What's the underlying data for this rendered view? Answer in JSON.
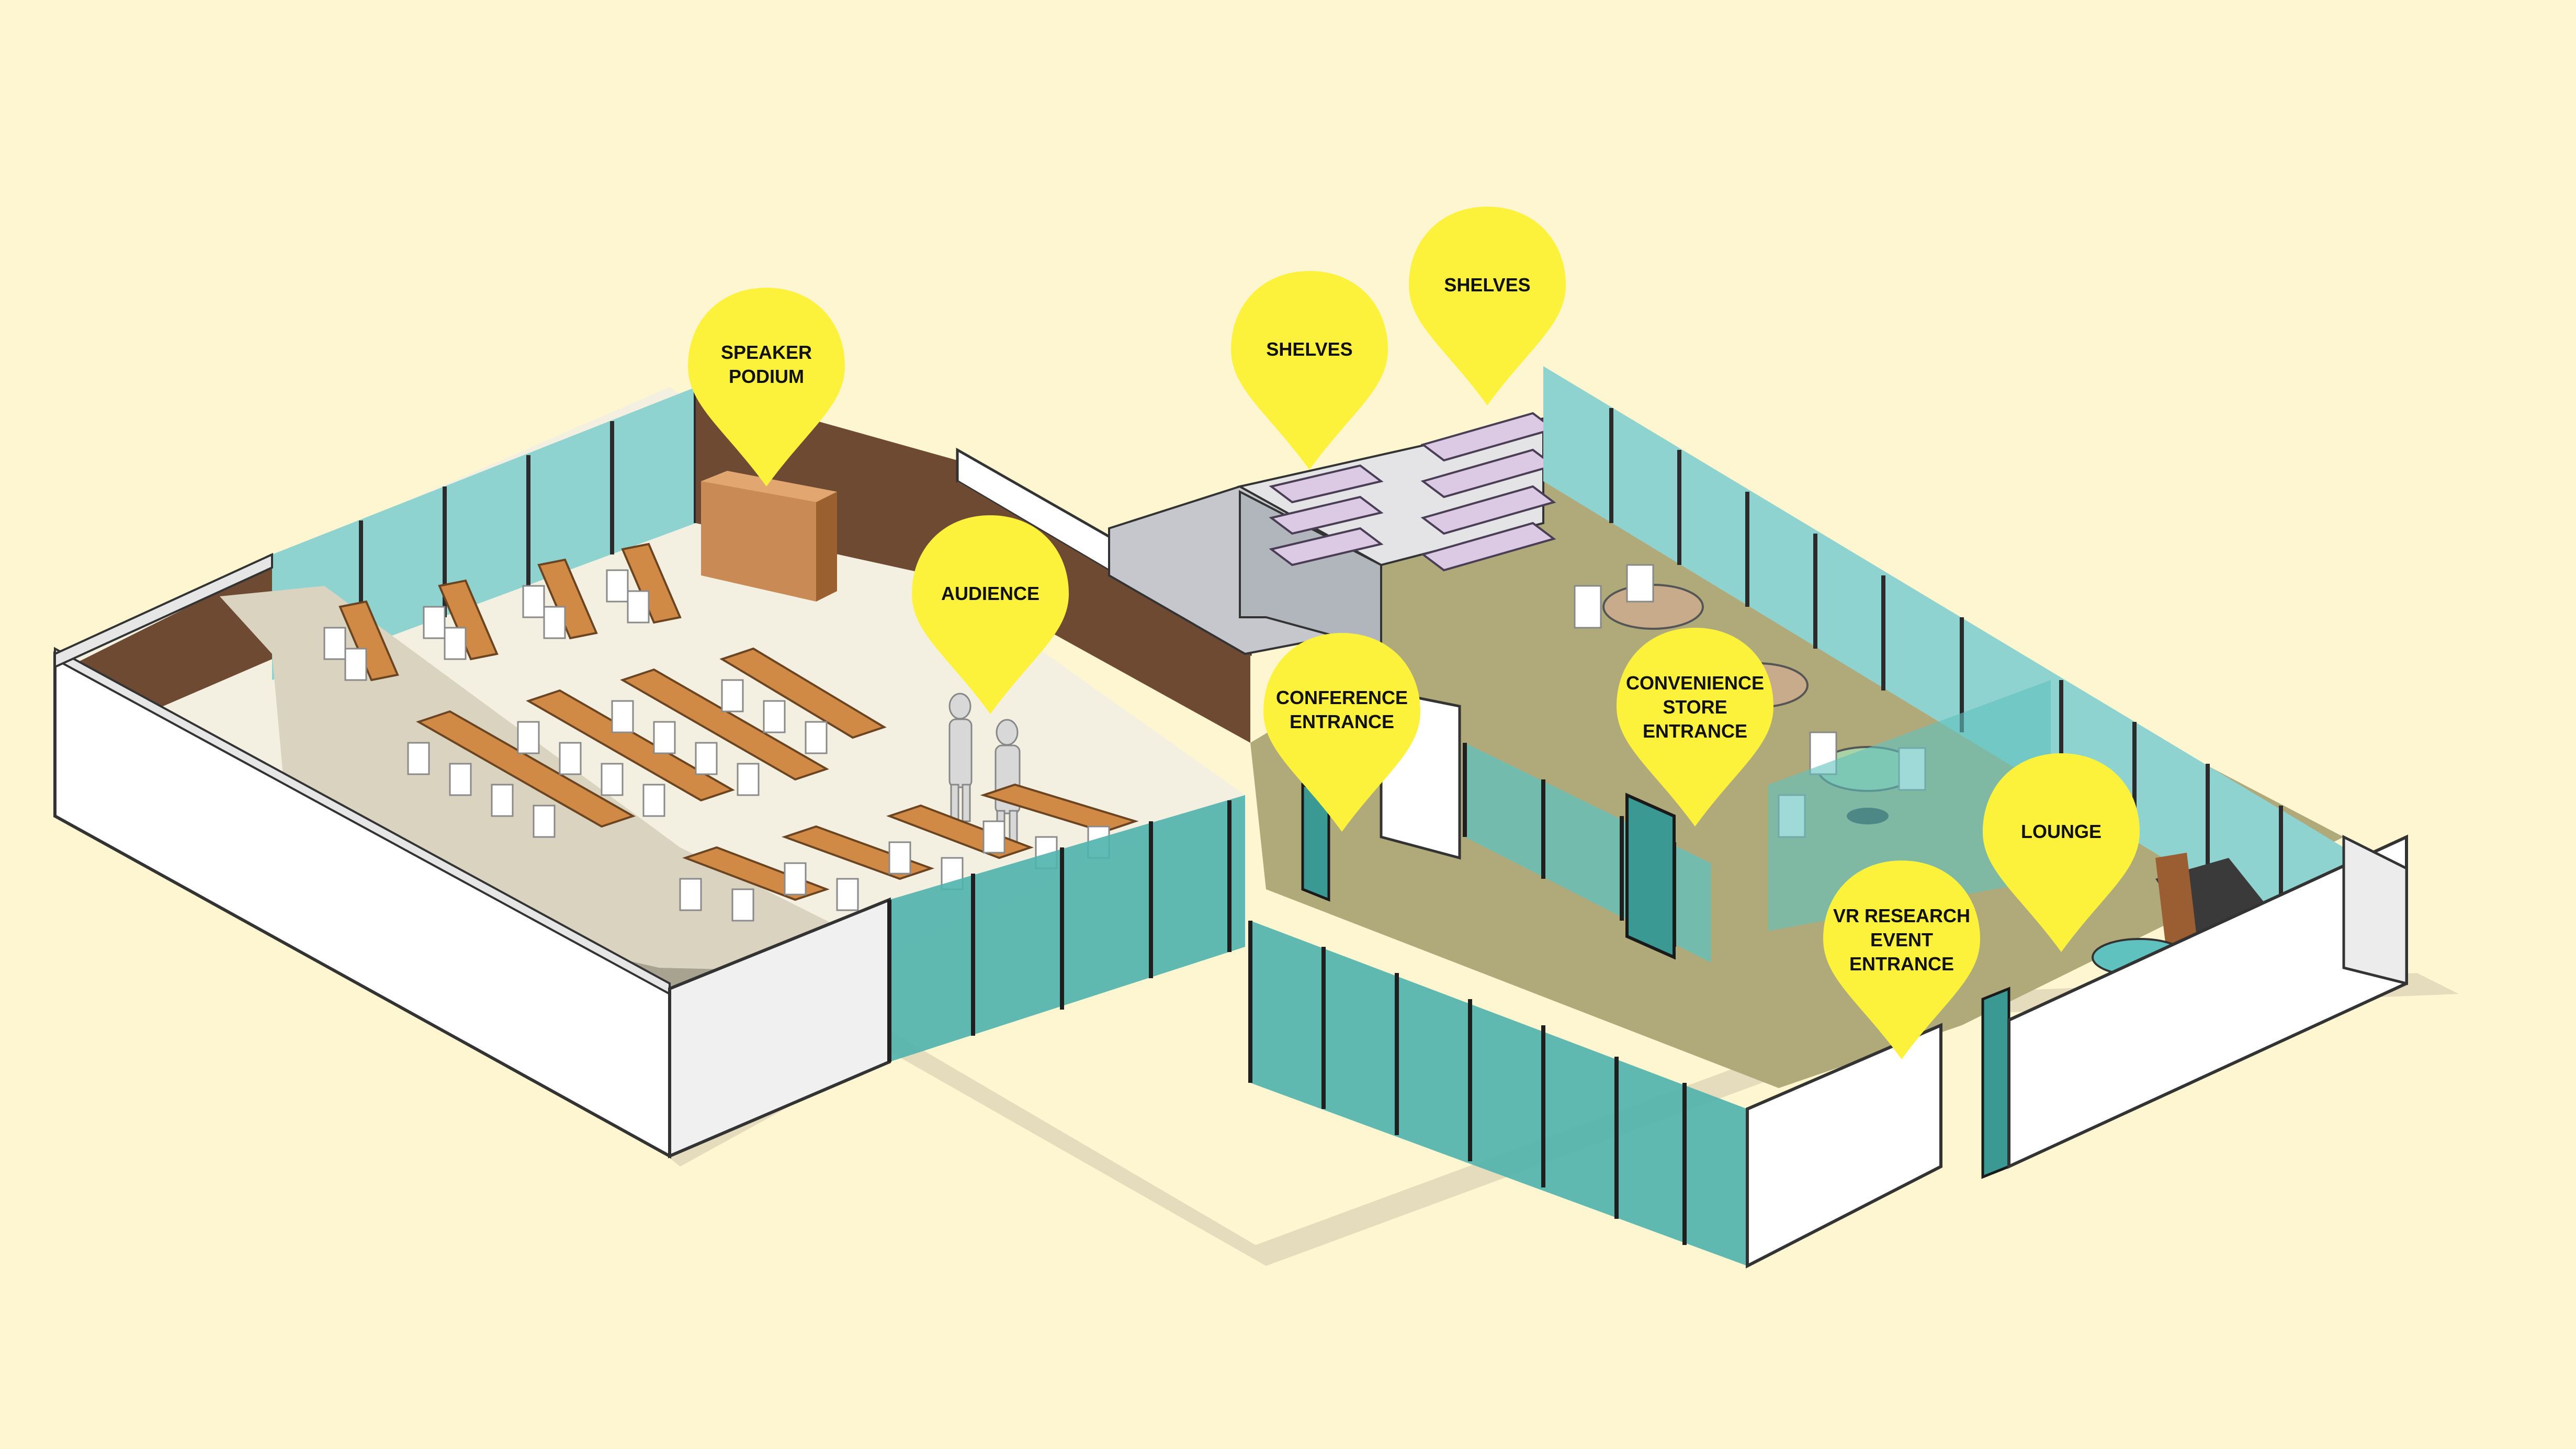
{
  "colors": {
    "background": "#fef5d1",
    "marker": "#fdf23b",
    "wall": "#ffffff",
    "wood_wall": "#6f4a33",
    "glass": "#5fc2be",
    "glass_dark": "#2f8f8a",
    "floor_conference": "#f3f0e1",
    "floor_lobby": "#b0aa7b",
    "desk_wood": "#d08a45"
  },
  "markers": [
    {
      "id": "speaker-podium",
      "lines": [
        "SPEAKER",
        "PODIUM"
      ]
    },
    {
      "id": "audience",
      "lines": [
        "AUDIENCE"
      ]
    },
    {
      "id": "shelves-1",
      "lines": [
        "SHELVES"
      ]
    },
    {
      "id": "shelves-2",
      "lines": [
        "SHELVES"
      ]
    },
    {
      "id": "conference-entrance",
      "lines": [
        "CONFERENCE",
        "ENTRANCE"
      ]
    },
    {
      "id": "convenience-store-entrance",
      "lines": [
        "CONVENIENCE",
        "STORE",
        "ENTRANCE"
      ]
    },
    {
      "id": "lounge",
      "lines": [
        "LOUNGE"
      ]
    },
    {
      "id": "vr-research-event-entrance",
      "lines": [
        "VR RESEARCH",
        "EVENT",
        "ENTRANCE"
      ]
    }
  ]
}
